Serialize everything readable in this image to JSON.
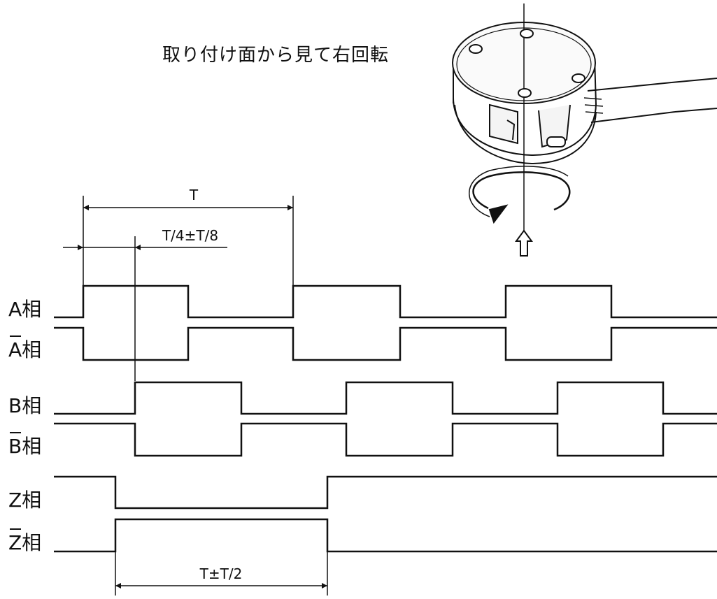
{
  "caption": "取り付け面から見て右回転",
  "dimensions": {
    "period": "T",
    "phase_offset": "T/4±T/8",
    "z_pulse_width": "T±T/2"
  },
  "signals": {
    "a": "A相",
    "a_bar": "A相",
    "b": "B相",
    "b_bar": "B相",
    "z": "Z相",
    "z_bar": "Z相"
  },
  "colors": {
    "ink": "#111111",
    "background": "#ffffff"
  },
  "icons": {
    "rotation": "clockwise-rotation-icon",
    "view_direction": "up-arrow-icon"
  }
}
